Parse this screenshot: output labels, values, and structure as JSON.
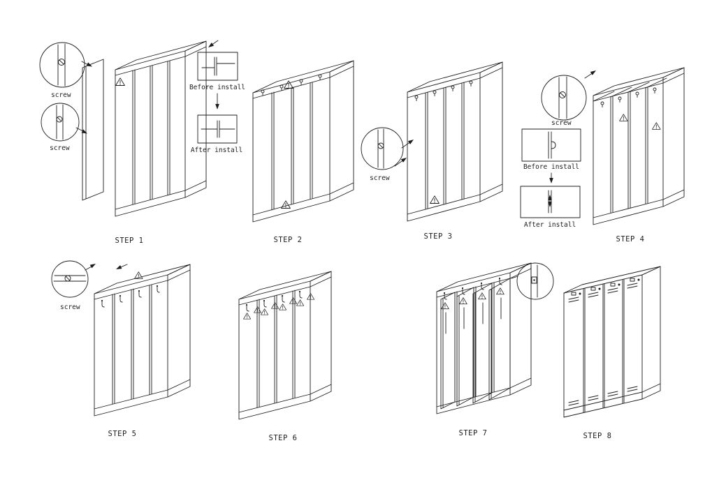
{
  "colors": {
    "ink": "#1c1c1c",
    "background": "#ffffff"
  },
  "labels": {
    "screw": "screw",
    "before_install": "Before install",
    "after_install": "After install"
  },
  "steps": [
    {
      "label": "STEP 1"
    },
    {
      "label": "STEP 2"
    },
    {
      "label": "STEP 3"
    },
    {
      "label": "STEP 4"
    },
    {
      "label": "STEP 5"
    },
    {
      "label": "STEP 6"
    },
    {
      "label": "STEP 7"
    },
    {
      "label": "STEP 8"
    }
  ]
}
